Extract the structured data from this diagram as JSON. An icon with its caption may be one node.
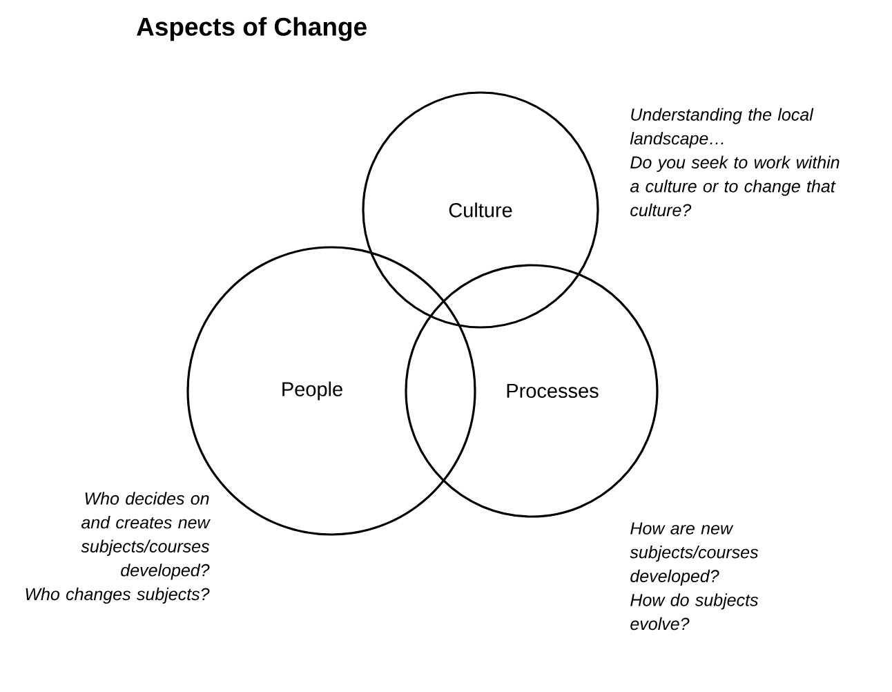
{
  "diagram": {
    "title": "Aspects of Change",
    "nodes": [
      {
        "text": [
          "Culture"
        ],
        "beside": [
          "Understanding the local landscape…",
          "Do you seek to work within a culture or to change that culture?"
        ]
      },
      {
        "text": [
          "People"
        ],
        "beside": [
          "Who decides on and creates new subjects/courses developed?",
          "Who changes subjects?"
        ]
      },
      {
        "text": [
          "Processes"
        ],
        "beside": [
          "How are new subjects/courses developed?",
          "How do subjects evolve?"
        ]
      }
    ],
    "edges": []
  }
}
